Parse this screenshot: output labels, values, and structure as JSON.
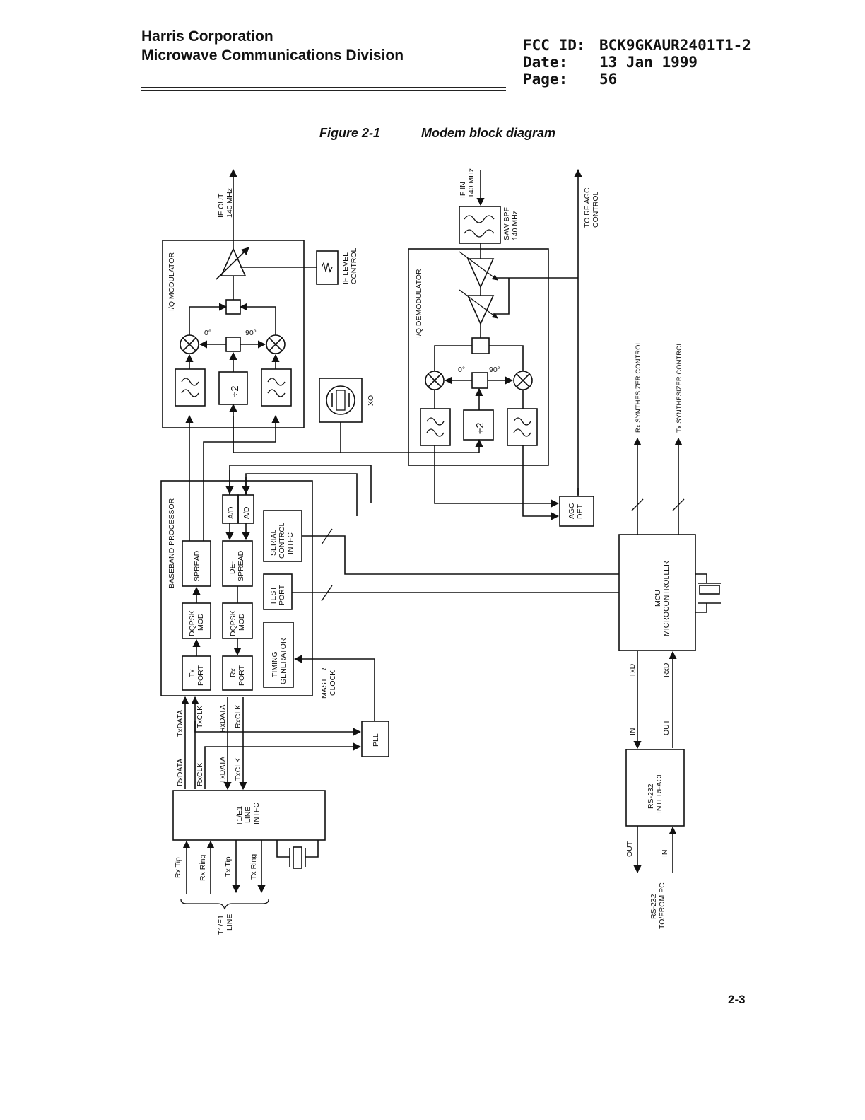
{
  "header": {
    "company_line1": "Harris Corporation",
    "company_line2": "Microwave Communications Division",
    "fcc_label": "FCC ID:",
    "fcc_value": "BCK9GKAUR2401T1-2",
    "date_label": "Date:",
    "date_value": "13 Jan 1999",
    "page_label": "Page:",
    "page_value": "56"
  },
  "figure": {
    "number": "Figure 2-1",
    "title": "Modem block diagram"
  },
  "labels": {
    "if_out_1": "IF OUT",
    "if_out_2": "140 MHz",
    "if_in_1": "IF IN",
    "if_in_2": "140 MHz",
    "rf_agc_1": "TO RF AGC",
    "rf_agc_2": "CONTROL",
    "saw_1": "SAW BPF",
    "saw_2": "140 MHz",
    "iq_mod": "I/Q MODULATOR",
    "iq_demod": "I/Q DEMODULATOR",
    "if_level_1": "IF LEVEL",
    "if_level_2": "CONTROL",
    "xo": "XO",
    "deg0": "0°",
    "deg90": "90°",
    "div2": "÷2",
    "baseband": "BASEBAND PROCESSOR",
    "spread": "SPREAD",
    "despread_1": "DE-",
    "despread_2": "SPREAD",
    "ad": "A/D",
    "serial_1": "SERIAL",
    "serial_2": "CONTROL",
    "serial_3": "INTFC",
    "test_1": "TEST",
    "test_2": "PORT",
    "dqpsk_1": "DQPSK",
    "dqpsk_2": "MOD",
    "txport_1": "Tx",
    "txport_2": "PORT",
    "rxport_1": "Rx",
    "rxport_2": "PORT",
    "timing_1": "TIMING",
    "timing_2": "GENERATOR",
    "master_1": "MASTER",
    "master_2": "CLOCK",
    "agc_1": "AGC",
    "agc_2": "DET",
    "pll": "PLL",
    "mcu_1": "MCU",
    "mcu_2": "MICROCONTROLLER",
    "rx_synth": "Rx SYNTHESIZER CONTROL",
    "tx_synth": "Tx SYNTHESIZER CONTROL",
    "txd": "TxD",
    "rxd": "RxD",
    "in": "IN",
    "out": "OUT",
    "rs232_1": "RS-232",
    "rs232_2": "INTERFACE",
    "rs232pc_1": "RS-232",
    "rs232pc_2": "TO/FROM PC",
    "txdata": "TxDATA",
    "txclk": "TxCLK",
    "rxdata": "RxDATA",
    "rxclk": "RxCLK",
    "t1e1_1": "T1/E1",
    "t1e1_2": "LINE",
    "t1e1_3": "INTFC",
    "rx_tip": "Rx Tip",
    "rx_ring": "Rx Ring",
    "tx_tip": "Tx Tip",
    "tx_ring": "Tx Ring",
    "t1line_1": "T1/E1",
    "t1line_2": "LINE"
  },
  "footer": {
    "page_number": "2-3"
  }
}
